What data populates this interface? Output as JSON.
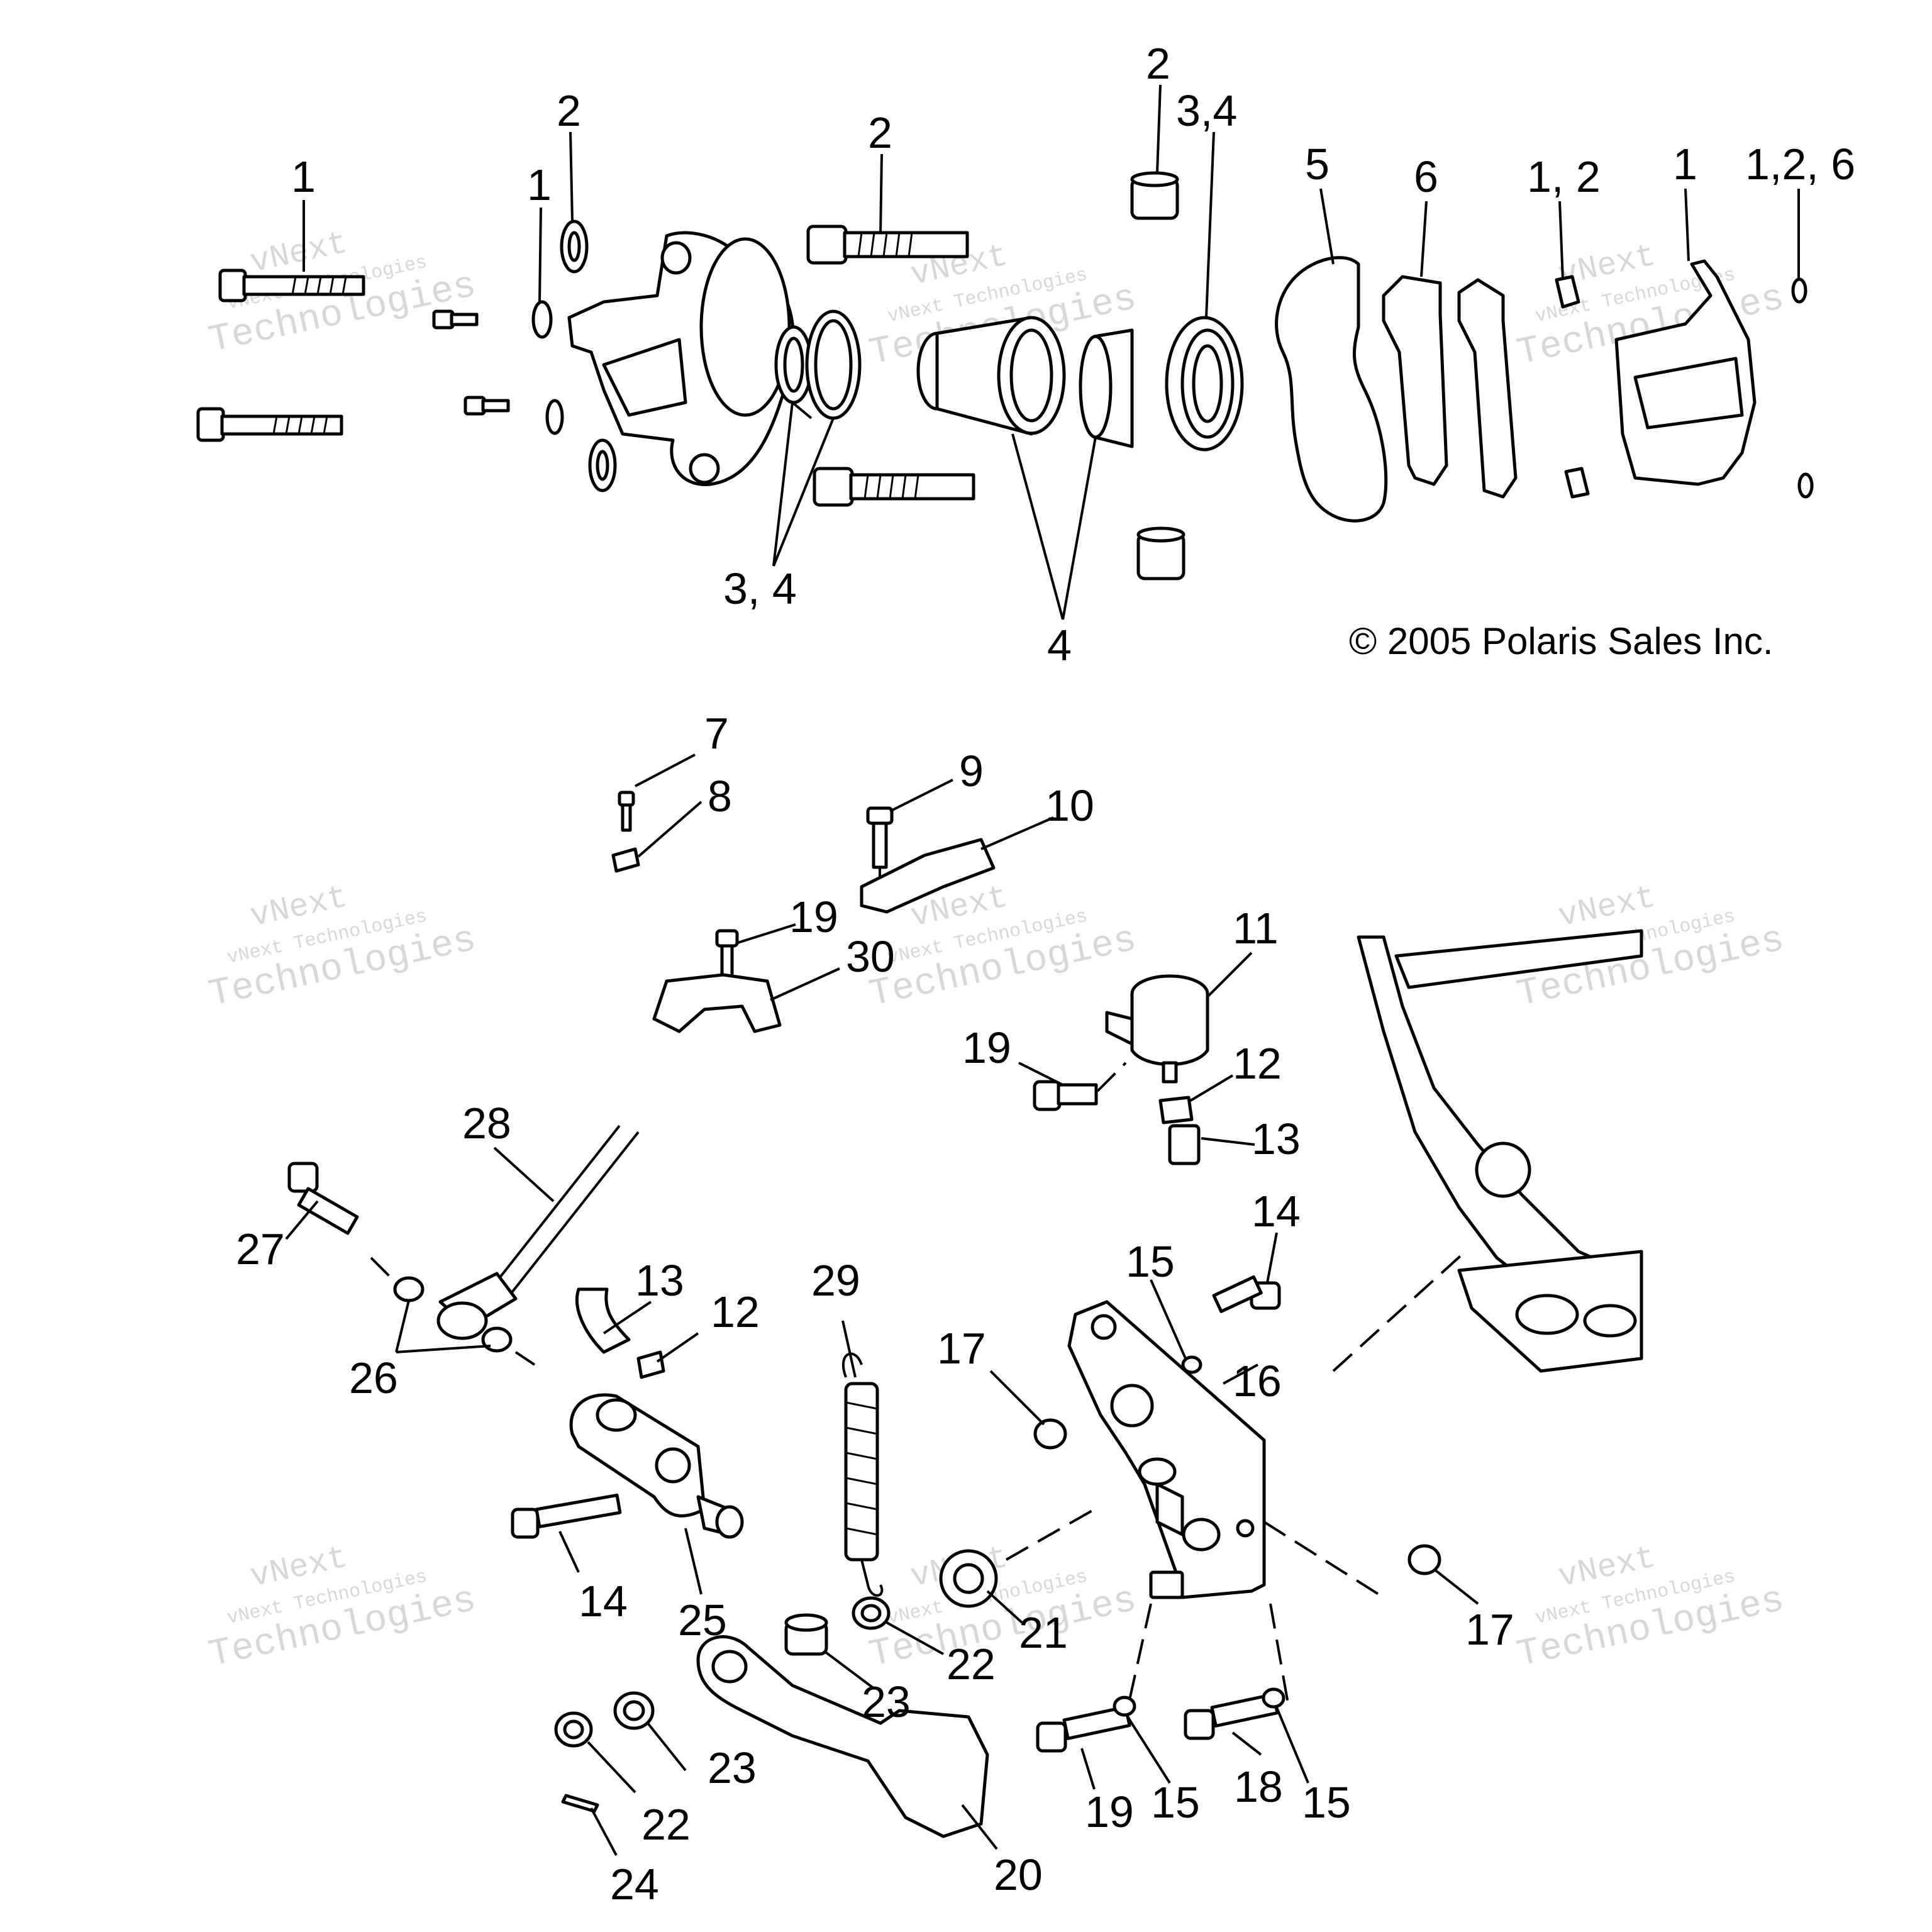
{
  "copyright": "© 2005 Polaris Sales Inc.",
  "watermark": {
    "brand_big": "vNext",
    "line_small": "vNext Technologies",
    "line_big": "Technologies"
  },
  "callouts": [
    "1",
    "2",
    "1",
    "2",
    "2",
    "3,4",
    "5",
    "6",
    "1, 2",
    "1",
    "1,2, 6",
    "3, 4",
    "4",
    "7",
    "8",
    "9",
    "10",
    "19",
    "30",
    "11",
    "19",
    "12",
    "13",
    "28",
    "27",
    "14",
    "15",
    "13",
    "12",
    "29",
    "17",
    "16",
    "26",
    "14",
    "25",
    "21",
    "22",
    "23",
    "17",
    "23",
    "22",
    "24",
    "20",
    "19",
    "15",
    "18",
    "15"
  ]
}
